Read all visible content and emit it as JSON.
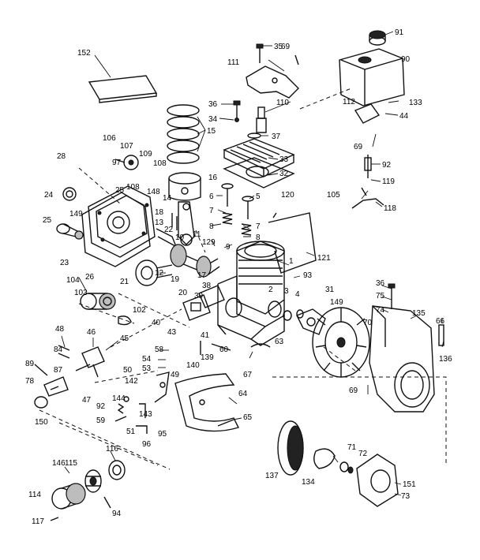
{
  "callouts": [
    {
      "id": "c91",
      "text": "91"
    },
    {
      "id": "c90",
      "text": "90"
    },
    {
      "id": "c35",
      "text": "35"
    },
    {
      "id": "c69a",
      "text": "69"
    },
    {
      "id": "c152",
      "text": "152"
    },
    {
      "id": "c111",
      "text": "111"
    },
    {
      "id": "c110",
      "text": "110"
    },
    {
      "id": "c112",
      "text": "112"
    },
    {
      "id": "c133",
      "text": "133"
    },
    {
      "id": "c44",
      "text": "44"
    },
    {
      "id": "c36a",
      "text": "36"
    },
    {
      "id": "c34",
      "text": "34"
    },
    {
      "id": "c37",
      "text": "37"
    },
    {
      "id": "c15",
      "text": "15"
    },
    {
      "id": "c69b",
      "text": "69"
    },
    {
      "id": "c33",
      "text": "33"
    },
    {
      "id": "c92a",
      "text": "92"
    },
    {
      "id": "c32",
      "text": "32"
    },
    {
      "id": "c106",
      "text": "106"
    },
    {
      "id": "c107",
      "text": "107"
    },
    {
      "id": "c109",
      "text": "109"
    },
    {
      "id": "c108a",
      "text": "108"
    },
    {
      "id": "c28",
      "text": "28"
    },
    {
      "id": "c97",
      "text": "97"
    },
    {
      "id": "c108b",
      "text": "108"
    },
    {
      "id": "c16",
      "text": "16"
    },
    {
      "id": "c119",
      "text": "119"
    },
    {
      "id": "c24",
      "text": "24"
    },
    {
      "id": "c25a",
      "text": "25"
    },
    {
      "id": "c148",
      "text": "148"
    },
    {
      "id": "c14",
      "text": "14"
    },
    {
      "id": "c120",
      "text": "120"
    },
    {
      "id": "c105",
      "text": "105"
    },
    {
      "id": "c118",
      "text": "118"
    },
    {
      "id": "c6",
      "text": "6"
    },
    {
      "id": "c5",
      "text": "5"
    },
    {
      "id": "c7a",
      "text": "7"
    },
    {
      "id": "c7b",
      "text": "7"
    },
    {
      "id": "c8a",
      "text": "8"
    },
    {
      "id": "c8b",
      "text": "8"
    },
    {
      "id": "c25b",
      "text": "25"
    },
    {
      "id": "c149a",
      "text": "149"
    },
    {
      "id": "c18",
      "text": "18"
    },
    {
      "id": "c13",
      "text": "13"
    },
    {
      "id": "c22",
      "text": "22"
    },
    {
      "id": "c11",
      "text": "11"
    },
    {
      "id": "c10",
      "text": "10"
    },
    {
      "id": "c129",
      "text": "129"
    },
    {
      "id": "c9",
      "text": "9"
    },
    {
      "id": "c23",
      "text": "23"
    },
    {
      "id": "c26",
      "text": "26"
    },
    {
      "id": "c121",
      "text": "121"
    },
    {
      "id": "c1",
      "text": "1"
    },
    {
      "id": "c12",
      "text": "12"
    },
    {
      "id": "c17",
      "text": "17"
    },
    {
      "id": "c21",
      "text": "21"
    },
    {
      "id": "c93",
      "text": "93"
    },
    {
      "id": "c104",
      "text": "104"
    },
    {
      "id": "c19",
      "text": "19"
    },
    {
      "id": "c38",
      "text": "38"
    },
    {
      "id": "c103",
      "text": "103"
    },
    {
      "id": "c20",
      "text": "20"
    },
    {
      "id": "c39",
      "text": "39"
    },
    {
      "id": "c2",
      "text": "2"
    },
    {
      "id": "c3",
      "text": "3"
    },
    {
      "id": "c4",
      "text": "4"
    },
    {
      "id": "c31",
      "text": "31"
    },
    {
      "id": "c36b",
      "text": "36"
    },
    {
      "id": "c75",
      "text": "75"
    },
    {
      "id": "c102",
      "text": "102"
    },
    {
      "id": "c149b",
      "text": "149"
    },
    {
      "id": "c74",
      "text": "74"
    },
    {
      "id": "c70",
      "text": "70"
    },
    {
      "id": "c40",
      "text": "40"
    },
    {
      "id": "c135",
      "text": "135"
    },
    {
      "id": "c66",
      "text": "66"
    },
    {
      "id": "c43",
      "text": "43"
    },
    {
      "id": "c48",
      "text": "48"
    },
    {
      "id": "c46",
      "text": "46"
    },
    {
      "id": "c45",
      "text": "45"
    },
    {
      "id": "c41",
      "text": "41"
    },
    {
      "id": "c58",
      "text": "58"
    },
    {
      "id": "c60",
      "text": "60"
    },
    {
      "id": "c63",
      "text": "63"
    },
    {
      "id": "c84",
      "text": "84"
    },
    {
      "id": "c136",
      "text": "136"
    },
    {
      "id": "c54",
      "text": "54"
    },
    {
      "id": "c139",
      "text": "139"
    },
    {
      "id": "c53",
      "text": "53"
    },
    {
      "id": "c89",
      "text": "89"
    },
    {
      "id": "c140",
      "text": "140"
    },
    {
      "id": "c87",
      "text": "87"
    },
    {
      "id": "c67",
      "text": "67"
    },
    {
      "id": "c50",
      "text": "50"
    },
    {
      "id": "c49",
      "text": "49"
    },
    {
      "id": "c78",
      "text": "78"
    },
    {
      "id": "c142",
      "text": "142"
    },
    {
      "id": "c47",
      "text": "47"
    },
    {
      "id": "c64",
      "text": "64"
    },
    {
      "id": "c69c",
      "text": "69"
    },
    {
      "id": "c144",
      "text": "144"
    },
    {
      "id": "c92b",
      "text": "92"
    },
    {
      "id": "c150",
      "text": "150"
    },
    {
      "id": "c143",
      "text": "143"
    },
    {
      "id": "c65",
      "text": "65"
    },
    {
      "id": "c59",
      "text": "59"
    },
    {
      "id": "c51",
      "text": "51"
    },
    {
      "id": "c95",
      "text": "95"
    },
    {
      "id": "c96",
      "text": "96"
    },
    {
      "id": "c71",
      "text": "71"
    },
    {
      "id": "c72",
      "text": "72"
    },
    {
      "id": "c116",
      "text": "116"
    },
    {
      "id": "c146",
      "text": "146"
    },
    {
      "id": "c115",
      "text": "115"
    },
    {
      "id": "c137",
      "text": "137"
    },
    {
      "id": "c134",
      "text": "134"
    },
    {
      "id": "c151",
      "text": "151"
    },
    {
      "id": "c114",
      "text": "114"
    },
    {
      "id": "c73",
      "text": "73"
    },
    {
      "id": "c94",
      "text": "94"
    },
    {
      "id": "c117",
      "text": "117"
    }
  ]
}
